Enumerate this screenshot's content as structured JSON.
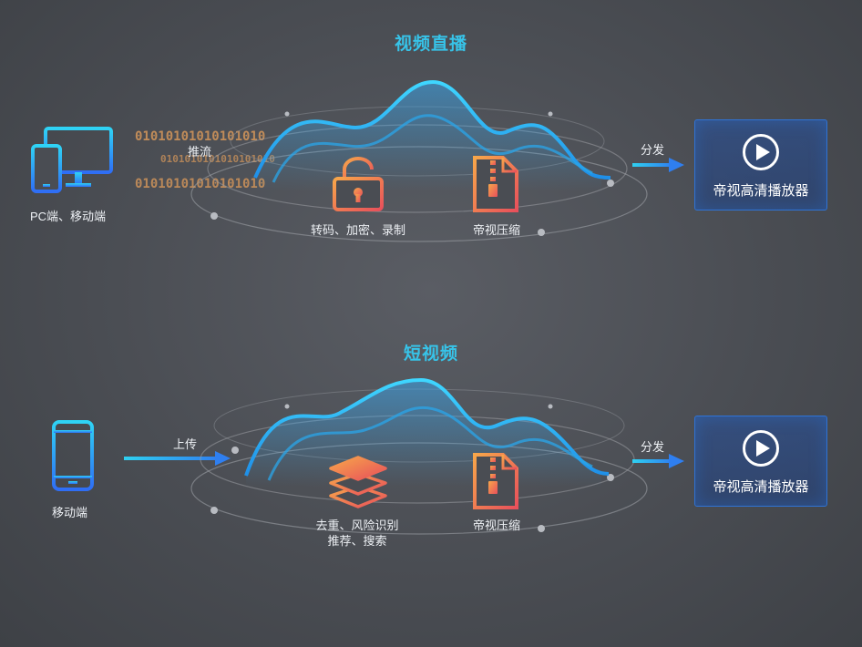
{
  "live": {
    "title": "视频直播",
    "source_label": "PC端、移动端",
    "push_label": "推流",
    "binary_rows": [
      "01010101010101010",
      "0101010101010101010",
      "01010101010101010"
    ],
    "lock_label": "转码、加密、录制",
    "compress_label": "帝视压缩",
    "distribute_label": "分发",
    "player_label": "帝视高清播放器"
  },
  "short_video": {
    "title": "短视频",
    "source_label": "移动端",
    "upload_label": "上传",
    "layers_label_line1": "去重、风险识别",
    "layers_label_line2": "推荐、搜索",
    "compress_label": "帝视压缩",
    "distribute_label": "分发",
    "player_label": "帝视高清播放器"
  },
  "colors": {
    "title": "#37c3e8",
    "wave": "#2fb4f0",
    "arrow": "#2d9ff0",
    "player_border": "#2f73d6",
    "device": "#2f9af5",
    "icon_gradient_start": "#f7a64a",
    "icon_gradient_end": "#e8505b",
    "binary": "#c8905a"
  },
  "icons": [
    "monitor-phone-icon",
    "phone-icon",
    "lock-icon",
    "zip-file-icon",
    "layers-icon",
    "play-icon",
    "arrow-right-icon"
  ]
}
